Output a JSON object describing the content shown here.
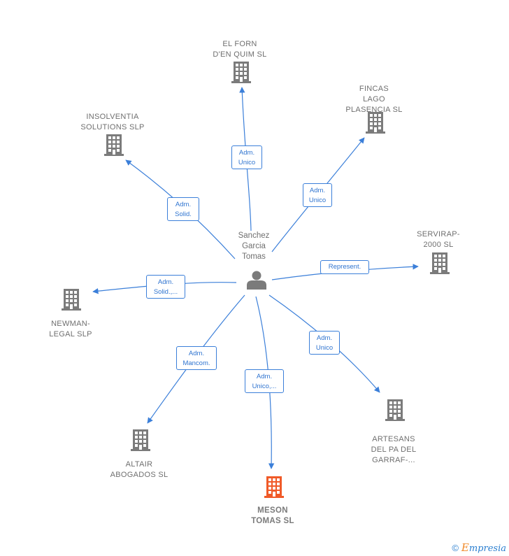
{
  "center": {
    "name": "Sanchez\nGarcia\nTomas",
    "icon": "person-icon"
  },
  "companies": [
    {
      "id": "elforn",
      "name": "EL FORN\nD'EN QUIM SL",
      "icon": "building-icon",
      "highlight": false
    },
    {
      "id": "fincas",
      "name": "FINCAS\nLAGO\nPLASENCIA SL",
      "icon": "building-icon",
      "highlight": false
    },
    {
      "id": "insolventia",
      "name": "INSOLVENTIA\nSOLUTIONS  SLP",
      "icon": "building-icon",
      "highlight": false
    },
    {
      "id": "servirap",
      "name": "SERVIRAP-\n2000  SL",
      "icon": "building-icon",
      "highlight": false
    },
    {
      "id": "newman",
      "name": "NEWMAN-\nLEGAL  SLP",
      "icon": "building-icon",
      "highlight": false
    },
    {
      "id": "artesans",
      "name": "ARTESANS\nDEL PA DEL\nGARRAF-...",
      "icon": "building-icon",
      "highlight": false
    },
    {
      "id": "altair",
      "name": "ALTAIR\nABOGADOS SL",
      "icon": "building-icon",
      "highlight": false
    },
    {
      "id": "meson",
      "name": "MESON\nTOMAS  SL",
      "icon": "building-icon",
      "highlight": true
    }
  ],
  "relations": [
    {
      "to": "elforn",
      "label": "Adm.\nUnico"
    },
    {
      "to": "fincas",
      "label": "Adm.\nUnico"
    },
    {
      "to": "insolventia",
      "label": "Adm.\nSolid."
    },
    {
      "to": "servirap",
      "label": "Represent."
    },
    {
      "to": "newman",
      "label": "Adm.\nSolid.,..."
    },
    {
      "to": "artesans",
      "label": "Adm.\nUnico"
    },
    {
      "to": "altair",
      "label": "Adm.\nMancom."
    },
    {
      "to": "meson",
      "label": "Adm.\nUnico,..."
    }
  ],
  "colors": {
    "edge": "#3b7fd9",
    "building": "#7b7b7b",
    "highlight": "#f05a28",
    "person": "#7b7b7b"
  },
  "footer": {
    "copyright": "©",
    "brand_first": "E",
    "brand_rest": "mpresia"
  }
}
